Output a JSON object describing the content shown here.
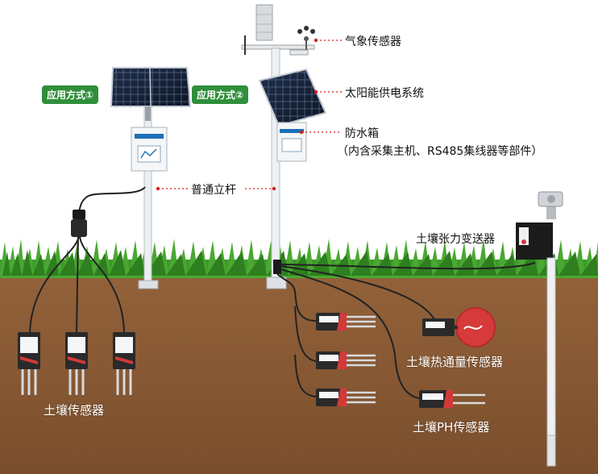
{
  "badges": {
    "option1": "应用方式①",
    "option2": "应用方式②"
  },
  "labels": {
    "weather_sensor": "气象传感器",
    "solar_power": "太阳能供电系统",
    "waterproof_box": "防水箱",
    "waterproof_box_note": "（内含采集主机、RS485集线器等部件）",
    "pole": "普通立杆",
    "tensiometer": "土壤张力变送器",
    "soil_sensor": "土壤传感器",
    "heat_flux_sensor": "土壤热通量传感器",
    "ph_sensor": "土壤PH传感器"
  },
  "colors": {
    "soil": "#8a5a33",
    "grass": "#3d9a2a",
    "badge": "#2f8f3a",
    "leader": "#d42020"
  }
}
